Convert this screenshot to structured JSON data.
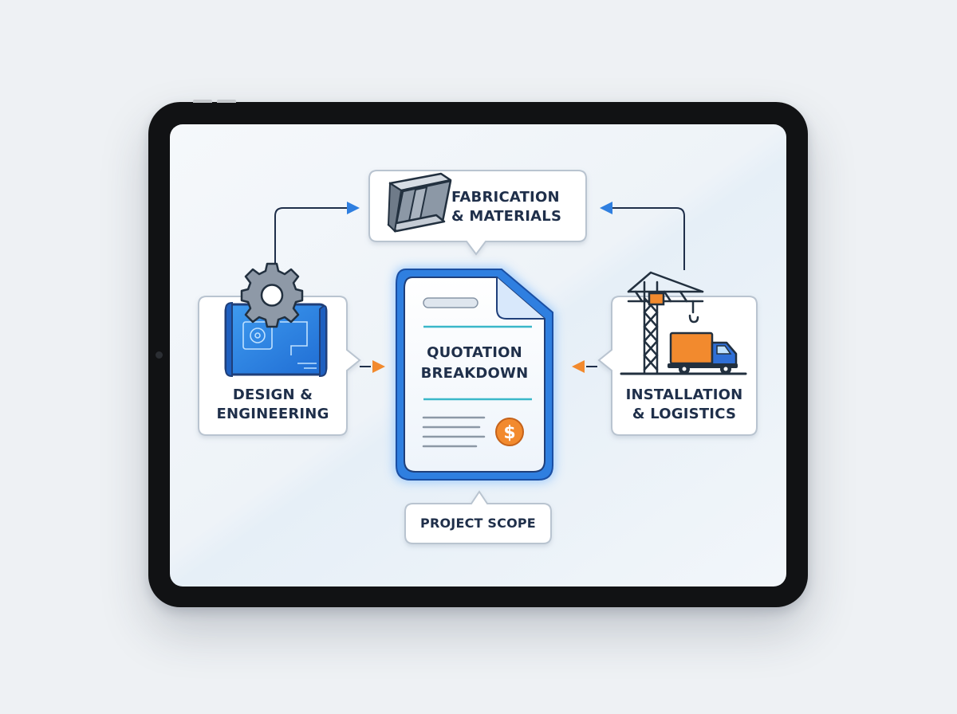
{
  "nodes": {
    "fabrication": {
      "line1": "FABRICATION",
      "line2": "& MATERIALS"
    },
    "design": {
      "line1": "DESIGN &",
      "line2": "ENGINEERING"
    },
    "installation": {
      "line1": "INSTALLATION",
      "line2": "& LOGISTICS"
    },
    "quotation": {
      "line1": "QUOTATION",
      "line2": "BREAKDOWN",
      "symbol": "$"
    },
    "scope": {
      "label": "PROJECT SCOPE"
    }
  },
  "icons": [
    "steel-beam-icon",
    "gear-icon",
    "blueprint-icon",
    "tower-crane-icon",
    "delivery-truck-icon",
    "quotation-document-icon",
    "dollar-coin-icon"
  ],
  "colors": {
    "navy": "#1f2f4a",
    "accent_blue": "#2f7fe0",
    "accent_orange": "#f28a2e",
    "teal": "#3ab7c9",
    "card_border": "#b9c4d0"
  }
}
